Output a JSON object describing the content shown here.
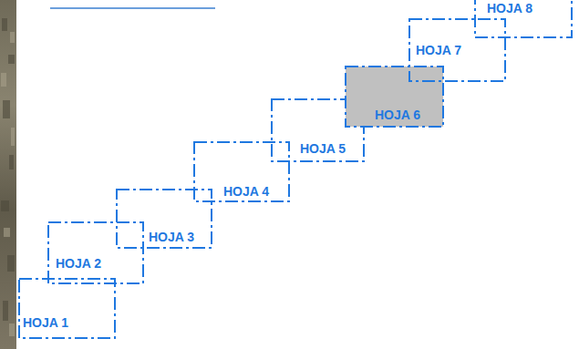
{
  "diagram": {
    "nodes": [
      {
        "text": [
          "HOJA 1"
        ]
      },
      {
        "text": [
          "HOJA 2"
        ]
      },
      {
        "text": [
          "HOJA 3"
        ]
      },
      {
        "text": [
          "HOJA 4"
        ]
      },
      {
        "text": [
          "HOJA 5"
        ]
      },
      {
        "text": [
          "HOJA 6"
        ]
      },
      {
        "text": [
          "HOJA 7"
        ]
      },
      {
        "text": [
          "HOJA 8"
        ]
      }
    ]
  }
}
